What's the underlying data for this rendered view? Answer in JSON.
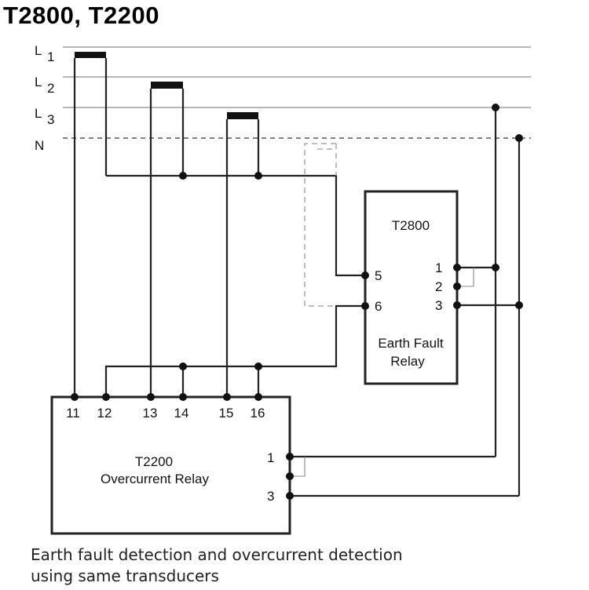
{
  "title": "T2800, T2200",
  "lines": {
    "l1": "L 1",
    "l2": "L 2",
    "l3": "L 3",
    "n": "N"
  },
  "earth_fault_relay": {
    "model": "T2800",
    "name_line1": "Earth Fault",
    "name_line2": "Relay",
    "terminals": {
      "t1": "1",
      "t2": "2",
      "t3": "3",
      "t5": "5",
      "t6": "6"
    }
  },
  "overcurrent_relay": {
    "model": "T2200",
    "name": "Overcurrent Relay",
    "terminals": {
      "t11": "11",
      "t12": "12",
      "t13": "13",
      "t14": "14",
      "t15": "15",
      "t16": "16",
      "t1": "1",
      "t3": "3"
    }
  },
  "caption": {
    "line1": "Earth fault detection and overcurrent detection",
    "line2": "using same transducers"
  },
  "colors": {
    "wire": "#222222",
    "grid": "#8a8a8a",
    "dashed_box": "#9a9a9a"
  }
}
